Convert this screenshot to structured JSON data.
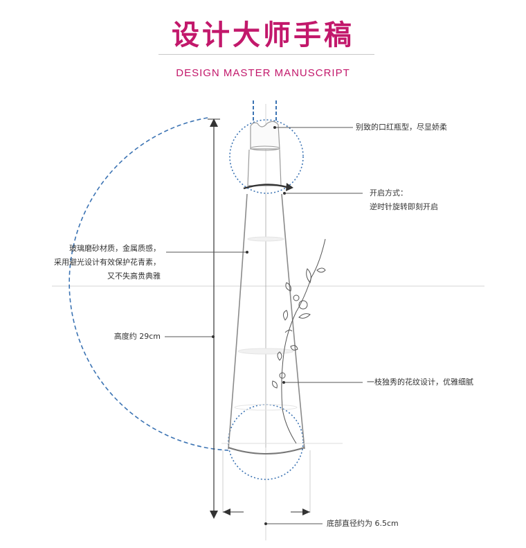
{
  "header": {
    "title": "设计大师手稿",
    "subtitle": "DESIGN MASTER MANUSCRIPT"
  },
  "annotations": {
    "lipstick_shape": "别致的口红瓶型，尽显娇柔",
    "opening_title": "开启方式：",
    "opening_desc": "逆时针旋转即刻开启",
    "material_line1": "玻璃磨砂材质，金属质感，",
    "material_line2": "采用避光设计有效保护花青素，",
    "material_line3": "又不失高贵典雅",
    "height": "高度约 29cm",
    "flower": "一枝独秀的花纹设计，优雅细腻",
    "base_diameter": "底部直径约为 6.5cm"
  },
  "colors": {
    "accent": "#c2186b",
    "guide_blue": "#3b73b3",
    "line_gray": "#9a9a9a",
    "leader": "#555555"
  }
}
